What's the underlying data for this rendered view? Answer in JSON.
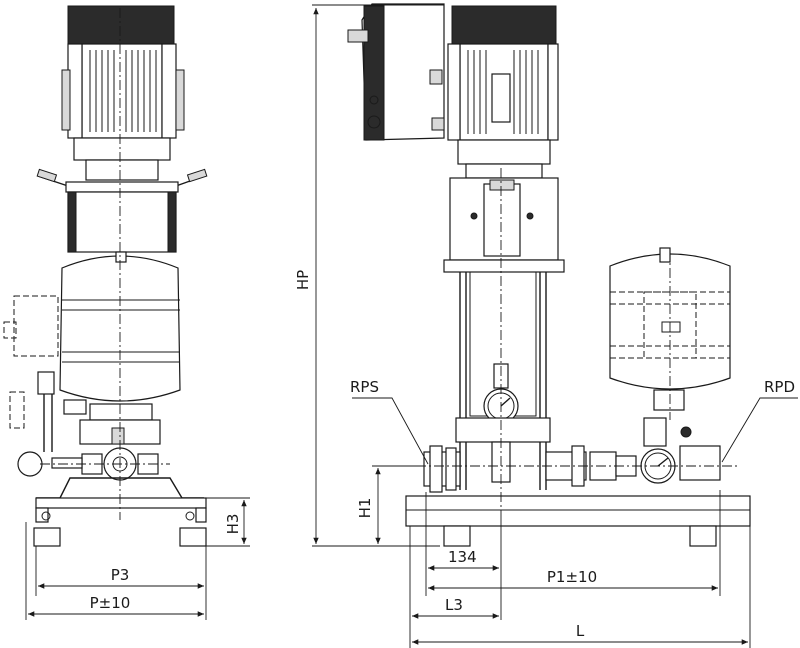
{
  "labels": {
    "hp": "HP",
    "h1": "H1",
    "h3": "H3",
    "rps": "RPS",
    "rpd": "RPD",
    "dim_134": "134",
    "p3": "P3",
    "p": "P±10",
    "p1": "P1±10",
    "l3": "L3",
    "l": "L"
  }
}
